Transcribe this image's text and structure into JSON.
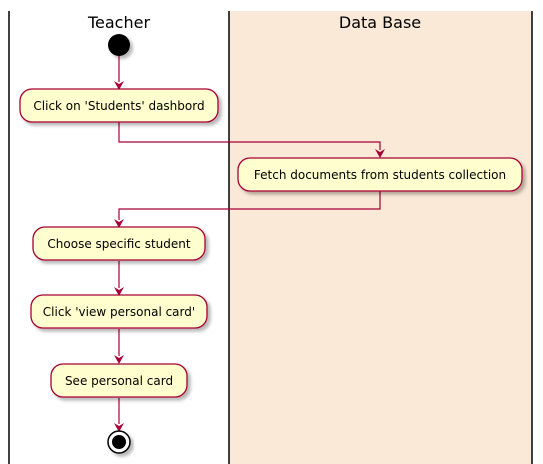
{
  "colors": {
    "background": "#ffffff",
    "lane_database_fill": "#FAE9D6",
    "node_fill": "#FEFECE",
    "node_border": "#A80036",
    "arrow": "#A80036",
    "swimlane_line": "#000000",
    "shadow": "#c9c9c9"
  },
  "swimlanes": [
    {
      "id": "teacher",
      "title": "Teacher"
    },
    {
      "id": "database",
      "title": "Data Base"
    }
  ],
  "nodes": {
    "start": {
      "type": "start"
    },
    "click_students": {
      "label": "Click on 'Students' dashbord"
    },
    "fetch_documents": {
      "label": "Fetch documents from students collection"
    },
    "choose_student": {
      "label": "Choose specific student"
    },
    "click_view_card": {
      "label": "Click 'view personal card'"
    },
    "see_card": {
      "label": "See personal card"
    },
    "end": {
      "type": "end"
    }
  },
  "flow": [
    [
      "start",
      "click_students"
    ],
    [
      "click_students",
      "fetch_documents"
    ],
    [
      "fetch_documents",
      "choose_student"
    ],
    [
      "choose_student",
      "click_view_card"
    ],
    [
      "click_view_card",
      "see_card"
    ],
    [
      "see_card",
      "end"
    ]
  ]
}
